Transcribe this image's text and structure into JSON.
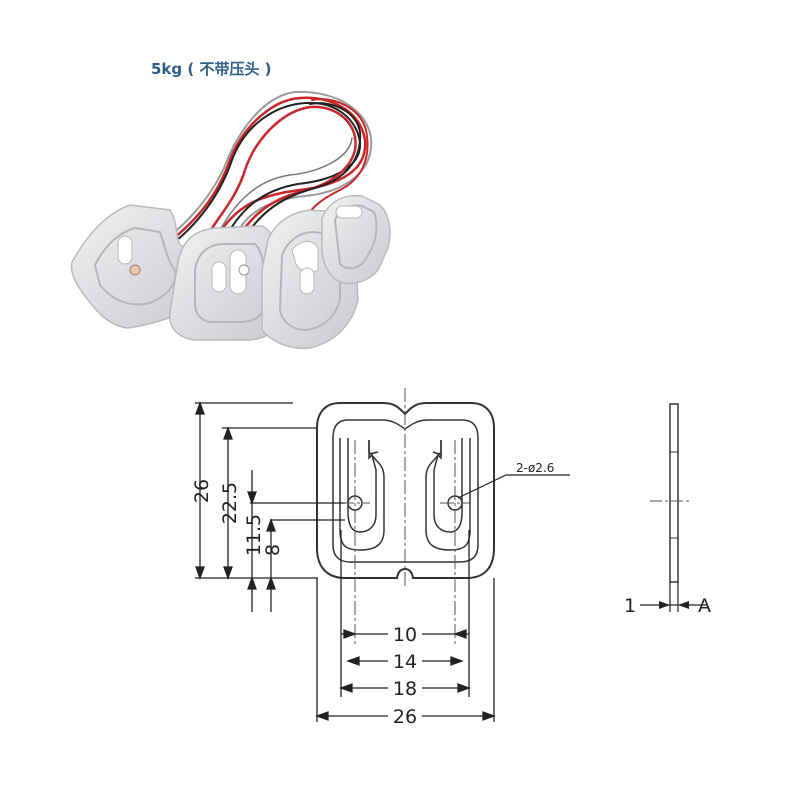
{
  "caption": "5kg ( 不带压头 )",
  "dimensions": {
    "h_26": "26",
    "h_22_5": "22.5",
    "h_11_5": "11.5",
    "h_8": "8",
    "w_10": "10",
    "w_14": "14",
    "w_18": "18",
    "w_26": "26",
    "hole": "2-ø2.6",
    "thickness": "1",
    "view_label": "A"
  },
  "colors": {
    "wire_red": "#c8262a",
    "wire_black": "#222222",
    "wire_white": "#f4f4f4",
    "metal": "#e2e3e5",
    "line": "#333333"
  }
}
